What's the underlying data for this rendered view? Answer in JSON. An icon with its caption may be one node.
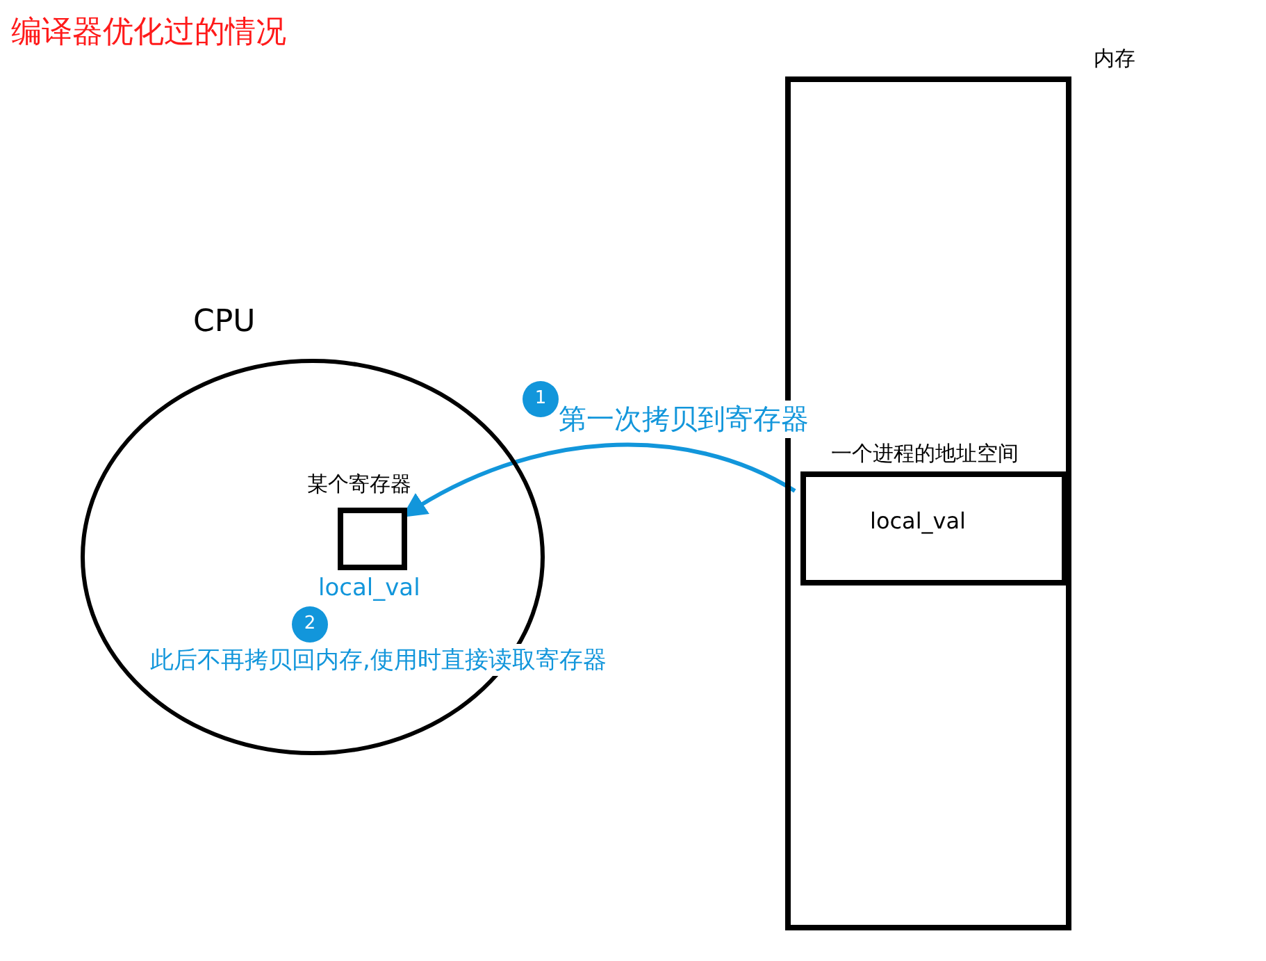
{
  "diagram": {
    "title": "编译器优化过的情况",
    "nodes": [
      {
        "text": [
          "CPU"
        ]
      },
      {
        "text": [
          "某个寄存器",
          "local_val"
        ],
        "in": 0
      },
      {
        "text": [
          "内存"
        ]
      },
      {
        "text": [
          "一个进程的地址空间",
          "local_val"
        ],
        "in": 2
      },
      {
        "text": [
          "1"
        ],
        "beside": [
          "第一次拷贝到寄存器"
        ]
      },
      {
        "text": [
          "2"
        ],
        "in": 0,
        "beside": [
          "此后不再拷贝回内存,使用时直接读取寄存器"
        ]
      }
    ],
    "edges": [
      {
        "from": 3,
        "to": 1,
        "arrow": "to",
        "color": "#1296db"
      }
    ]
  }
}
